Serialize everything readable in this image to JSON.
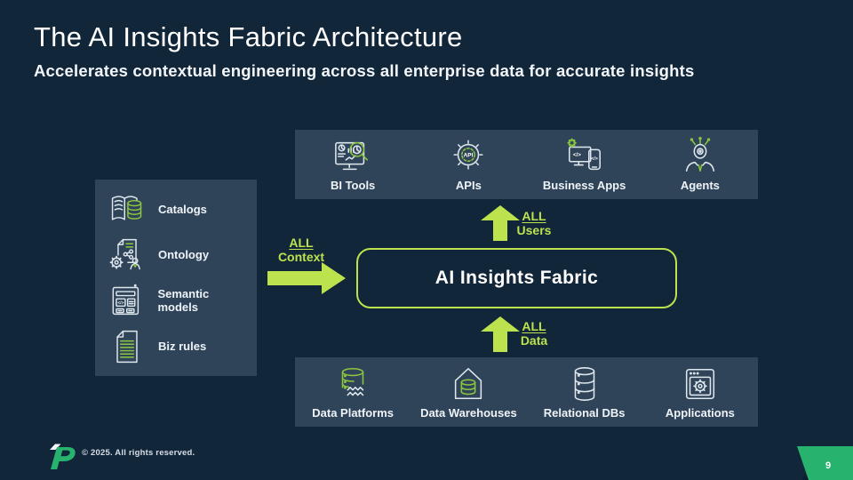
{
  "slide": {
    "title": "The AI Insights Fabric Architecture",
    "subtitle": "Accelerates contextual engineering across all enterprise data for accurate insights",
    "page_number": "9",
    "copyright": "© 2025. All rights reserved."
  },
  "colors": {
    "background": "#12263A",
    "panel": "#304459",
    "lime": "#BCE24E",
    "icon-green": "#8CC63F",
    "emerald": "#27B36E"
  },
  "top_panel": {
    "items": [
      {
        "label": "BI Tools",
        "icon": "bi-tools-icon"
      },
      {
        "label": "APIs",
        "icon": "api-gear-icon",
        "icon_text": "API"
      },
      {
        "label": "Business Apps",
        "icon": "business-apps-icon",
        "icon_code": "</>"
      },
      {
        "label": "Agents",
        "icon": "agent-person-icon"
      }
    ]
  },
  "left_panel": {
    "items": [
      {
        "label": "Catalogs",
        "icon": "catalogs-book-db-icon"
      },
      {
        "label": "Ontology",
        "icon": "ontology-doc-gear-icon"
      },
      {
        "label": "Semantic models",
        "icon": "semantic-models-window-icon"
      },
      {
        "label": "Biz rules",
        "icon": "biz-rules-doc-icon"
      }
    ]
  },
  "bottom_panel": {
    "items": [
      {
        "label": "Data Platforms",
        "icon": "data-platform-lake-icon"
      },
      {
        "label": "Data Warehouses",
        "icon": "data-warehouse-house-icon"
      },
      {
        "label": "Relational DBs",
        "icon": "relational-db-cylinder-icon"
      },
      {
        "label": "Applications",
        "icon": "applications-window-gear-icon"
      }
    ]
  },
  "fabric": {
    "label": "AI Insights Fabric"
  },
  "flows": {
    "context": {
      "line1": "ALL",
      "line2": "Context"
    },
    "users": {
      "line1": "ALL",
      "line2": "Users"
    },
    "data": {
      "line1": "ALL",
      "line2": "Data"
    }
  }
}
